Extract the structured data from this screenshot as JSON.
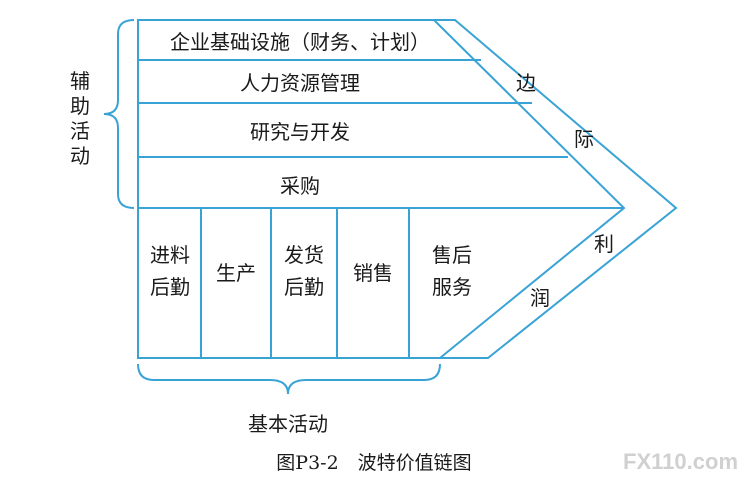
{
  "diagram": {
    "support_activities": [
      "企业基础设施（财务、计划）",
      "人力资源管理",
      "研究与开发",
      "采购"
    ],
    "primary_activities": [
      [
        "进料",
        "后勤"
      ],
      [
        "生产"
      ],
      [
        "发货",
        "后勤"
      ],
      [
        "销售"
      ],
      [
        "售后",
        "服务"
      ]
    ],
    "support_group_label": [
      "辅",
      "助",
      "活",
      "动"
    ],
    "primary_group_label": "基本活动",
    "margin_label": [
      "边",
      "际",
      "利",
      "润"
    ],
    "caption": "图P3-2　波特价值链图",
    "watermark": "FX110.com",
    "colors": {
      "line": "#3aa3d6",
      "brace": "#3aa3d6",
      "text": "#1a1a1a"
    }
  }
}
